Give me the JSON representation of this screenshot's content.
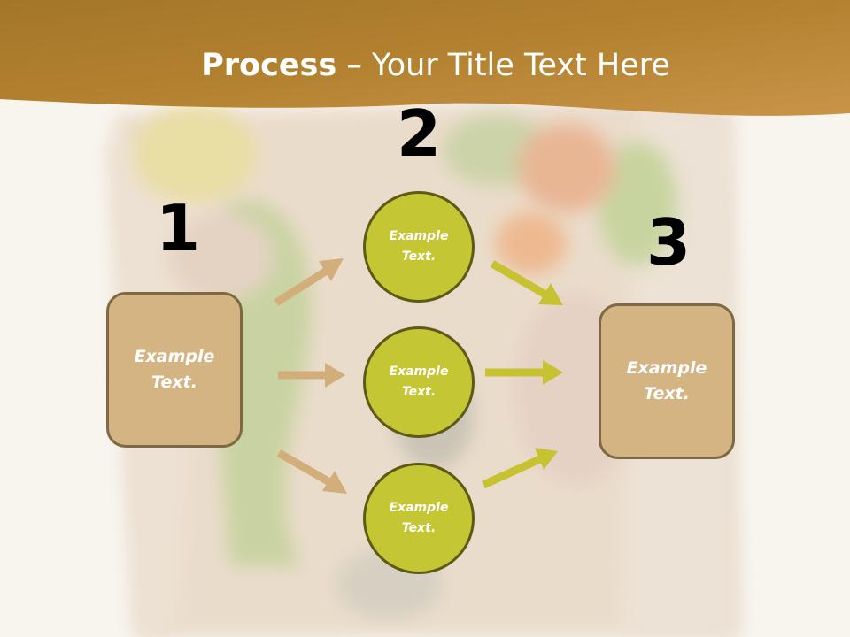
{
  "slide": {
    "title_bold": "Process",
    "title_rest": " – Your Title Text Here",
    "colors": {
      "header_band": "#b38230",
      "box_fill": "#d5b483",
      "box_border": "#7d6a45",
      "circle_fill": "#c5c634",
      "circle_border": "#5d5a18",
      "arrow_tan": "#d2ae7a",
      "arrow_olive": "#c6c231"
    },
    "steps": {
      "one": "1",
      "two": "2",
      "three": "3"
    },
    "left_box": {
      "line1": "Example",
      "line2": "Text."
    },
    "right_box": {
      "line1": "Example",
      "line2": "Text."
    },
    "circles": [
      {
        "line1": "Example",
        "line2": "Text."
      },
      {
        "line1": "Example",
        "line2": "Text."
      },
      {
        "line1": "Example",
        "line2": "Text."
      }
    ],
    "background_image": "food-wrap-photo"
  }
}
